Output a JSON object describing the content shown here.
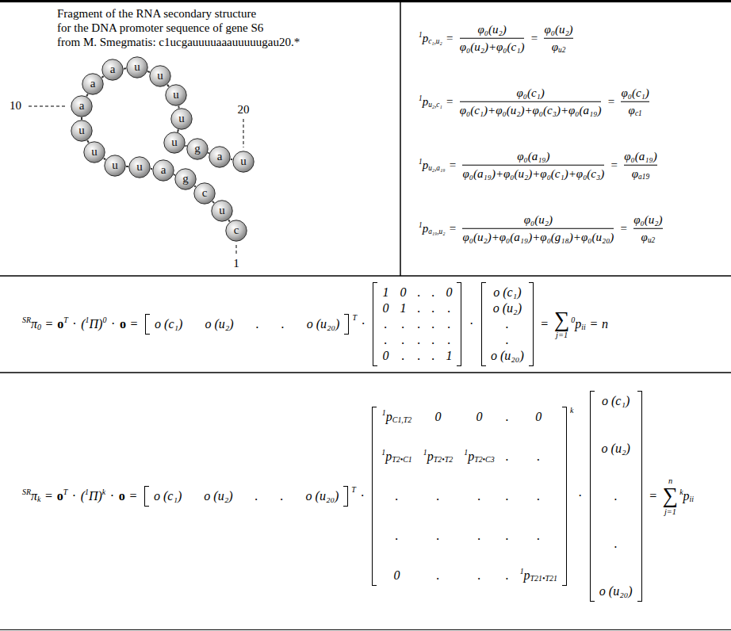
{
  "diagram": {
    "nodes": [
      {
        "text": [
          "c"
        ]
      },
      {
        "text": [
          "u"
        ]
      },
      {
        "text": [
          "c"
        ]
      },
      {
        "text": [
          "g"
        ]
      },
      {
        "text": [
          "a"
        ]
      },
      {
        "text": [
          "u"
        ]
      },
      {
        "text": [
          "u"
        ]
      },
      {
        "text": [
          "u"
        ]
      },
      {
        "text": [
          "u"
        ]
      },
      {
        "text": [
          "a"
        ]
      },
      {
        "text": [
          "a"
        ]
      },
      {
        "text": [
          "a"
        ]
      },
      {
        "text": [
          "u"
        ]
      },
      {
        "text": [
          "u"
        ]
      },
      {
        "text": [
          "u"
        ]
      },
      {
        "text": [
          "u"
        ]
      },
      {
        "text": [
          "u"
        ]
      },
      {
        "text": [
          "g"
        ]
      },
      {
        "text": [
          "a"
        ]
      },
      {
        "text": [
          "u"
        ]
      }
    ],
    "edges": [
      {
        "from": 0,
        "to": 1,
        "arrow": "none"
      },
      {
        "from": 1,
        "to": 2,
        "arrow": "none"
      },
      {
        "from": 2,
        "to": 3,
        "arrow": "none"
      },
      {
        "from": 3,
        "to": 4,
        "arrow": "none"
      },
      {
        "from": 4,
        "to": 5,
        "arrow": "none"
      },
      {
        "from": 5,
        "to": 6,
        "arrow": "none"
      },
      {
        "from": 6,
        "to": 7,
        "arrow": "none"
      },
      {
        "from": 7,
        "to": 8,
        "arrow": "none"
      },
      {
        "from": 8,
        "to": 9,
        "arrow": "none"
      },
      {
        "from": 9,
        "to": 10,
        "arrow": "none"
      },
      {
        "from": 10,
        "to": 11,
        "arrow": "none"
      },
      {
        "from": 11,
        "to": 12,
        "arrow": "none"
      },
      {
        "from": 12,
        "to": 13,
        "arrow": "none"
      },
      {
        "from": 13,
        "to": 14,
        "arrow": "none"
      },
      {
        "from": 14,
        "to": 15,
        "arrow": "none"
      },
      {
        "from": 15,
        "to": 16,
        "arrow": "none"
      },
      {
        "from": 16,
        "to": 17,
        "arrow": "none"
      },
      {
        "from": 17,
        "to": 18,
        "arrow": "none"
      },
      {
        "from": 18,
        "to": 19,
        "arrow": "none"
      }
    ],
    "labels": [
      "Fragment of the RNA secondary structure",
      "for the DNA promoter sequence of gene S6",
      "from M. Smegmatis: c1ucgauuuuaaauuuuugau20.*",
      "10",
      "20",
      "1",
      "1",
      "p",
      "c₁,u₂",
      "=",
      "φ₀(u₂)",
      "φ₀(u₂)+φ₀(c₁)",
      "=",
      "φ₀(u₂)",
      "φ",
      "u2",
      "1",
      "p",
      "u₂,c₁",
      "=",
      "φ₀(c₁)",
      "φ₀(c₁)+φ₀(u₂)+φ₀(c₃)+φ₀(a₁₉)",
      "=",
      "φ₀(c₁)",
      "φ",
      "c1",
      "1",
      "p",
      "u₂,a₁₉",
      "=",
      "φ₀(a₁₉)",
      "φ₀(a₁₉)+φ₀(u₂)+φ₀(c₁)+φ₀(c₃)",
      "=",
      "φ₀(a₁₉)",
      "φ",
      "a19",
      "1",
      "p",
      "a₁₉,u₂",
      "=",
      "φ₀(u₂)",
      "φ₀(u₂)+φ₀(a₁₉)+φ₀(g₁₈)+φ₀(u₂₀)",
      "=",
      "φ₀(u₂)",
      "φ",
      "u2",
      "SR",
      "π",
      "0",
      "=",
      "o",
      "T",
      "·",
      "(",
      "1",
      "Π",
      ")",
      "0",
      "·",
      "o",
      "=",
      "o (c₁)",
      "o (u₂)",
      ".",
      ".",
      "o (u₂₀)",
      "T",
      "·",
      "1",
      "0",
      ".",
      ".",
      "0",
      "0",
      "1",
      ".",
      ".",
      ".",
      ".",
      ".",
      ".",
      ".",
      ".",
      ".",
      ".",
      ".",
      ".",
      ".",
      "0",
      ".",
      ".",
      ".",
      "1",
      "·",
      "o (c₁)",
      "o (u₂)",
      ".",
      ".",
      "o (u₂₀)",
      "=",
      "∑",
      "0",
      "j=1",
      "p",
      "ii",
      "=",
      "n",
      "SR",
      "π",
      "k",
      "=",
      "o",
      "T",
      "·",
      "(",
      "1",
      "Π",
      ")",
      "k",
      "·",
      "o",
      "=",
      "o (c₁)",
      "o (u₂)",
      ".",
      ".",
      "o (u₂₀)",
      "T",
      "·",
      "1",
      "p",
      "C1,T2",
      "0",
      "0",
      ".",
      "0",
      "1",
      "p",
      "T2•C1",
      "1",
      "p",
      "T2•T2",
      "1",
      "p",
      "T2•C3",
      ".",
      ".",
      ".",
      ".",
      ".",
      ".",
      ".",
      ".",
      ".",
      ".",
      ".",
      ".",
      "0",
      ".",
      ".",
      ".",
      "1",
      "p",
      "T21•T21",
      "k",
      "·",
      "o (c₁)",
      "o (u₂)",
      ".",
      ".",
      "o (u₂₀)",
      "=",
      "n",
      "∑",
      "j=1",
      "k",
      "p",
      "ii"
    ]
  }
}
